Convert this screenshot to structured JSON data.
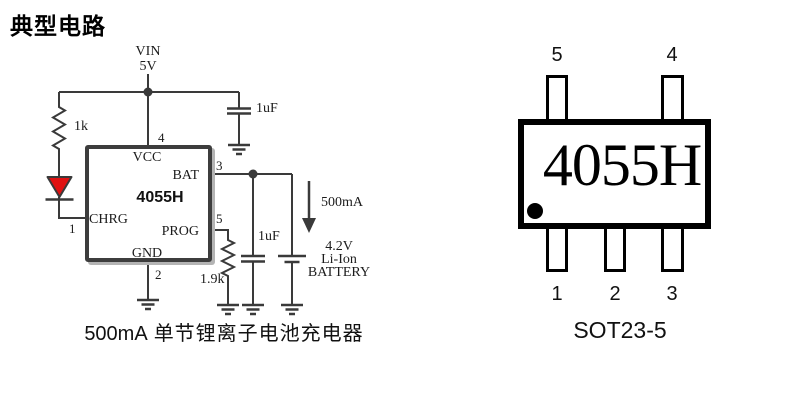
{
  "title": "典型电路",
  "schematic": {
    "vin_label": "VIN",
    "vin_voltage": "5V",
    "r1_value": "1k",
    "r2_value": "1.9k",
    "c1_value": "1uF",
    "c2_value": "1uF",
    "current_label": "500mA",
    "battery": {
      "voltage": "4.2V",
      "chemistry": "Li-Ion",
      "name": "BATTERY"
    },
    "chip": {
      "part_number": "4055H",
      "pins": [
        {
          "number": "1",
          "name": "CHRG"
        },
        {
          "number": "2",
          "name": "GND"
        },
        {
          "number": "3",
          "name": "BAT"
        },
        {
          "number": "4",
          "name": "VCC"
        },
        {
          "number": "5",
          "name": "PROG"
        }
      ]
    },
    "caption": {
      "prefix": "500mA",
      "text": "单节锂离子电池充电器"
    }
  },
  "package": {
    "marking": "4055H",
    "name": "SOT23-5",
    "top_pins": [
      "5",
      "4"
    ],
    "bottom_pins": [
      "1",
      "2",
      "3"
    ]
  }
}
